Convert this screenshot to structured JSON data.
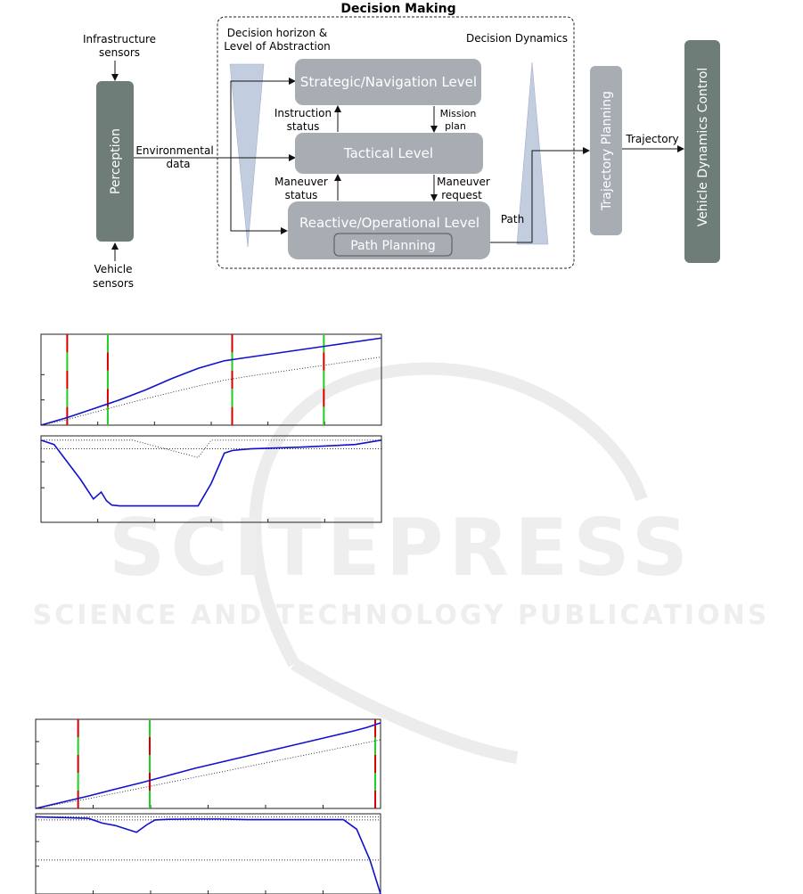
{
  "diagram": {
    "title": "Decision Making",
    "nodes": {
      "infrastructure_sensors": [
        "Infrastructure",
        "sensors"
      ],
      "vehicle_sensors": [
        "Vehicle",
        "sensors"
      ],
      "perception": "Perception",
      "strategic": "Strategic/Navigation Level",
      "tactical": "Tactical Level",
      "reactive": "Reactive/Operational Level",
      "path_planning": "Path Planning",
      "trajectory_planning": "Trajectory Planning",
      "vehicle_dynamics_control": "Vehicle Dynamics Control"
    },
    "annotations": {
      "horizon": [
        "Decision horizon &",
        "Level of Abstraction"
      ],
      "dynamics": "Decision Dynamics"
    },
    "edge_labels": {
      "environmental_data": [
        "Environmental",
        "data"
      ],
      "instruction_status": [
        "Instruction",
        "status"
      ],
      "mission_plan": [
        "Mission",
        "plan"
      ],
      "maneuver_status": [
        "Maneuver",
        "status"
      ],
      "maneuver_request": [
        "Maneuver",
        "request"
      ],
      "path": "Path",
      "trajectory": "Trajectory"
    },
    "colors": {
      "box": "#a8adb3",
      "perception": "#6e7d78",
      "triangle": "#c3cde0"
    }
  },
  "watermark": {
    "line1": "SCITEPRESS",
    "line2": "SCIENCE AND TECHNOLOGY PUBLICATIONS"
  },
  "chart_data": [
    {
      "type": "line",
      "x": [
        0,
        1,
        2,
        3,
        4,
        5,
        6,
        7,
        8,
        9,
        10,
        11,
        12,
        13
      ],
      "series": [
        {
          "style": "solid-blue",
          "values": [
            0,
            0.3,
            0.65,
            1.0,
            1.4,
            1.85,
            2.25,
            2.55,
            2.7,
            2.85,
            3.0,
            3.15,
            3.3,
            3.45
          ]
        },
        {
          "style": "dotted-black",
          "values": [
            0,
            0.22,
            0.5,
            0.78,
            1.05,
            1.3,
            1.55,
            1.78,
            1.95,
            2.1,
            2.25,
            2.4,
            2.55,
            2.7
          ]
        }
      ],
      "event_markers_x": [
        1.0,
        2.55,
        7.3,
        10.8
      ]
    },
    {
      "type": "line",
      "x": [
        0,
        0.5,
        1,
        1.5,
        2,
        2.3,
        2.5,
        2.7,
        3,
        3.5,
        6,
        6.5,
        7,
        7.3,
        7.6,
        8,
        10,
        12,
        13
      ],
      "series": [
        {
          "style": "solid-blue",
          "values": [
            0,
            -0.05,
            -0.25,
            -0.45,
            -0.68,
            -0.6,
            -0.7,
            -0.75,
            -0.76,
            -0.76,
            -0.76,
            -0.5,
            -0.15,
            -0.12,
            -0.11,
            -0.1,
            -0.08,
            -0.05,
            0
          ]
        },
        {
          "style": "dotted-black",
          "values": [
            0,
            0,
            0,
            0,
            0,
            0,
            0,
            0,
            0,
            0,
            -0.2,
            0,
            0,
            0,
            0,
            0,
            0,
            0,
            0
          ]
        }
      ]
    },
    {
      "type": "line",
      "x": [
        0,
        1,
        2,
        3,
        4,
        5,
        6,
        7,
        8,
        9,
        10,
        11,
        12,
        12.5,
        13
      ],
      "series": [
        {
          "style": "solid-blue",
          "values": [
            0,
            0.35,
            0.7,
            1.08,
            1.45,
            1.85,
            2.25,
            2.6,
            2.95,
            3.3,
            3.65,
            4.0,
            4.35,
            4.55,
            4.8
          ]
        },
        {
          "style": "dotted-black",
          "values": [
            0,
            0.28,
            0.55,
            0.85,
            1.15,
            1.45,
            1.75,
            2.05,
            2.35,
            2.65,
            2.95,
            3.25,
            3.55,
            3.7,
            3.85
          ]
        }
      ],
      "event_markers_x": [
        1.6,
        4.3,
        12.8
      ]
    },
    {
      "type": "line",
      "x": [
        0,
        1,
        2,
        2.5,
        3,
        3.8,
        4.2,
        4.5,
        5,
        6,
        7,
        8,
        9,
        10,
        11,
        11.6,
        12.1,
        12.6,
        13
      ],
      "series": [
        {
          "style": "solid-blue",
          "values": [
            0,
            -0.02,
            -0.05,
            -0.2,
            -0.28,
            -0.5,
            -0.25,
            -0.1,
            -0.08,
            -0.07,
            -0.07,
            -0.09,
            -0.09,
            -0.09,
            -0.09,
            -0.09,
            -0.4,
            -1.4,
            -2.5
          ]
        },
        {
          "style": "dotted-black",
          "values": [
            0,
            0,
            0,
            0,
            0,
            0,
            0,
            0,
            0,
            0,
            0,
            0,
            0,
            0,
            0,
            0,
            0,
            0,
            0
          ]
        }
      ]
    }
  ]
}
